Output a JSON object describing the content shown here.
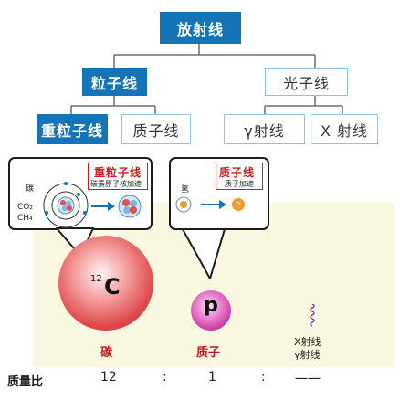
{
  "tree": {
    "root": "放射线",
    "particle": "粒子线",
    "photon": "光子线",
    "heavy": "重粒子线",
    "proton": "质子线",
    "gamma": "γ射线",
    "xray": "X 射线"
  },
  "carbon_callout": {
    "element": "碳",
    "molecules": [
      "CO₂",
      "CH₄"
    ],
    "title": "重粒子线",
    "subtitle": "碳素原子核加速"
  },
  "proton_callout": {
    "element": "氢",
    "title": "质子线",
    "subtitle": "质子加速",
    "particle": "P"
  },
  "particles": {
    "carbon_mass_number": "12",
    "carbon_symbol": "C",
    "carbon_label": "碳",
    "proton_symbol": "p",
    "proton_label": "质子",
    "xray_label": "X射线",
    "gamma_label": "γ射线"
  },
  "mass_ratio": {
    "label": "质量比",
    "carbon": "12",
    "sep": ":",
    "proton": "1",
    "photon": "一一"
  },
  "colors": {
    "dark_blue": "#1474b8",
    "light_border": "#8fc3e6",
    "accent_red": "#d41a1a",
    "background_yellow": "#fbf8e1"
  }
}
